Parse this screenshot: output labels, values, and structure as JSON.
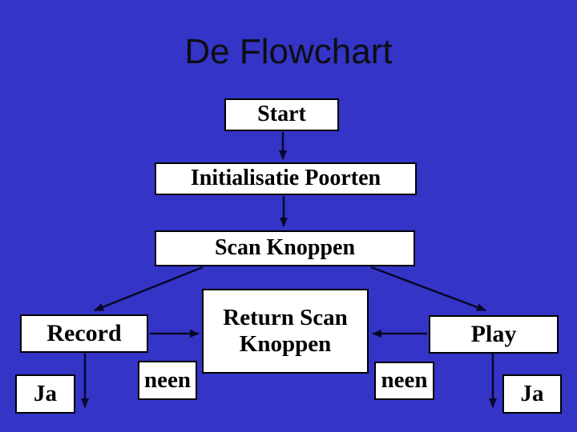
{
  "slide": {
    "title": "De Flowchart",
    "background_color": "#3434c6",
    "box_fill": "#ffffff",
    "box_border_color": "#000000",
    "arrow_color": "#08082a"
  },
  "nodes": [
    {
      "id": "start",
      "label": "Start"
    },
    {
      "id": "init",
      "label": "Initialisatie Poorten"
    },
    {
      "id": "scan",
      "label": "Scan Knoppen"
    },
    {
      "id": "return",
      "label": "Return Scan Knoppen"
    },
    {
      "id": "record",
      "label": "Record"
    },
    {
      "id": "play",
      "label": "Play"
    },
    {
      "id": "ja-left",
      "label": "Ja"
    },
    {
      "id": "neen-left",
      "label": "neen"
    },
    {
      "id": "neen-right",
      "label": "neen"
    },
    {
      "id": "ja-right",
      "label": "Ja"
    }
  ],
  "edges": [
    {
      "from": "start",
      "to": "init"
    },
    {
      "from": "init",
      "to": "scan"
    },
    {
      "from": "scan",
      "to": "record"
    },
    {
      "from": "scan",
      "to": "play"
    },
    {
      "from": "record",
      "to": "return"
    },
    {
      "from": "play",
      "to": "return"
    },
    {
      "from": "record",
      "to": "down-exit-left"
    },
    {
      "from": "play",
      "to": "down-exit-right"
    }
  ]
}
